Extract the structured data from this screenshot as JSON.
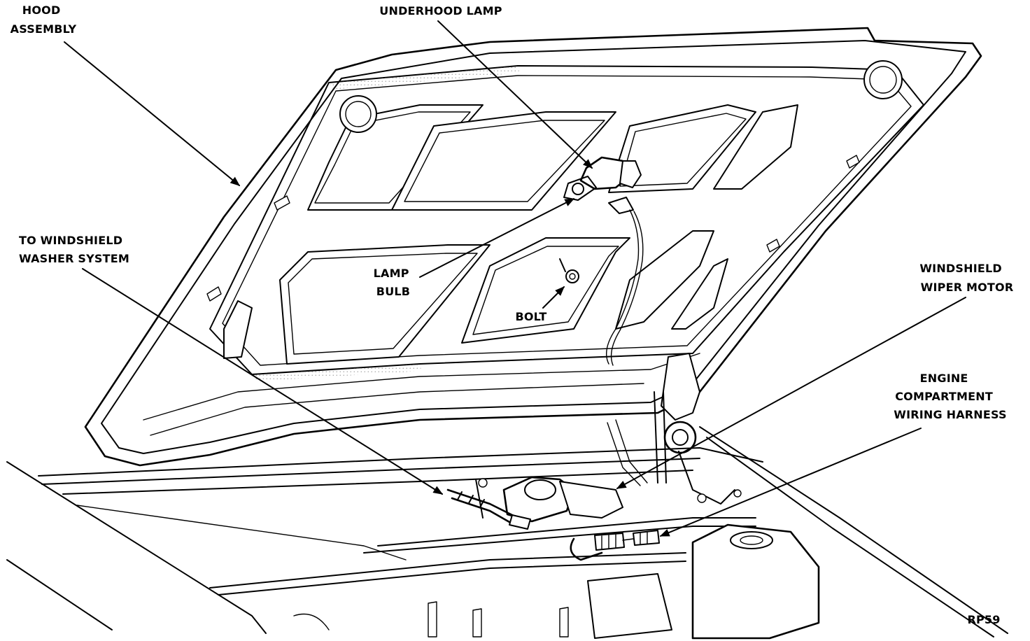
{
  "labels": {
    "hood_assembly": [
      "HOOD",
      "ASSEMBLY"
    ],
    "underhood_lamp": [
      "UNDERHOOD LAMP"
    ],
    "to_windshield_washer": [
      "TO WINDSHIELD",
      "WASHER SYSTEM"
    ],
    "lamp_bulb": [
      "LAMP",
      "BULB"
    ],
    "bolt": [
      "BOLT"
    ],
    "windshield_wiper_motor": [
      "WINDSHIELD",
      "WIPER MOTOR"
    ],
    "engine_compartment_harness": [
      "ENGINE",
      "COMPARTMENT",
      "WIRING HARNESS"
    ],
    "figure_code": [
      "RP59"
    ]
  }
}
